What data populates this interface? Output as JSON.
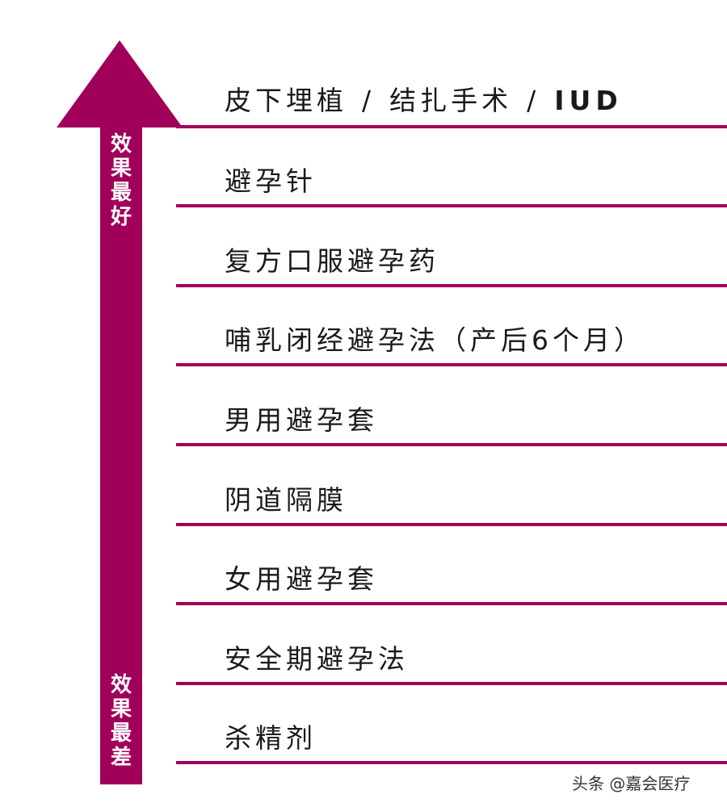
{
  "colors": {
    "accent": "#a0005a",
    "text": "#1a1a1a",
    "background": "#ffffff"
  },
  "axis": {
    "top_label": "效果最好",
    "bottom_label": "效果最差"
  },
  "tiers": [
    {
      "parts": [
        "皮下埋植",
        "结扎手术",
        "IUD"
      ]
    },
    {
      "label": "避孕针"
    },
    {
      "label": "复方口服避孕药"
    },
    {
      "label": "哺乳闭经避孕法（产后6个月）"
    },
    {
      "label": "男用避孕套"
    },
    {
      "label": "阴道隔膜"
    },
    {
      "label": "女用避孕套"
    },
    {
      "label": "安全期避孕法"
    },
    {
      "label": "杀精剂"
    }
  ],
  "separator": "/",
  "watermark": "头条 @嘉会医疗"
}
